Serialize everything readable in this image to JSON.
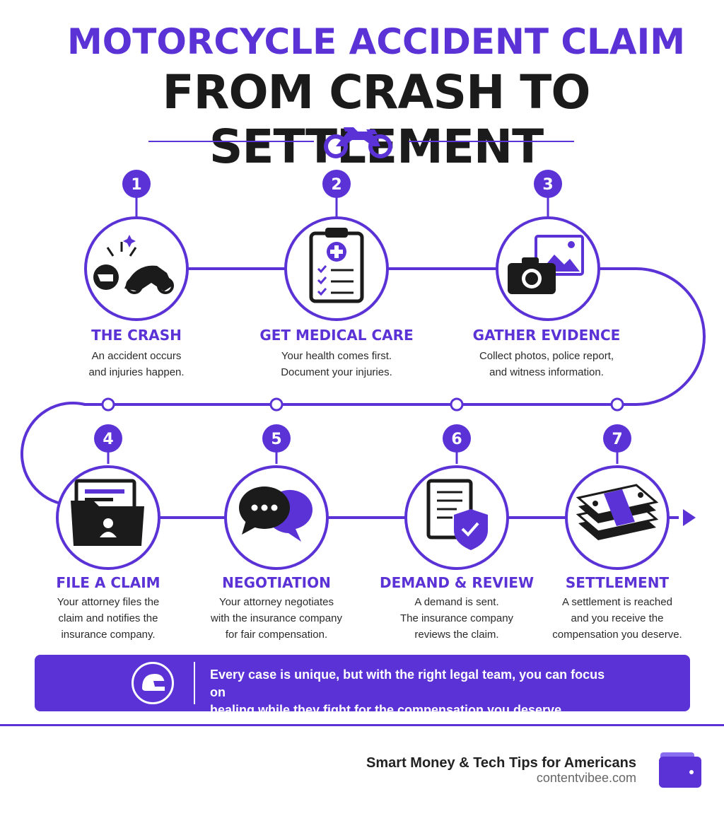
{
  "title_line1": "MOTORCYCLE ACCIDENT CLAIM",
  "title_line2": "FROM CRASH TO SETTLEMENT",
  "colors": {
    "accent": "#5a32d6",
    "dark": "#1b1b1b",
    "text": "#2a2a2a"
  },
  "steps": [
    {
      "number": "1",
      "title": "THE CRASH",
      "icon": "crash-icon",
      "desc": [
        "An accident occurs",
        "and injuries happen."
      ]
    },
    {
      "number": "2",
      "title": "GET MEDICAL CARE",
      "icon": "medical-clipboard-icon",
      "desc": [
        "Your health comes first.",
        "Document your injuries."
      ]
    },
    {
      "number": "3",
      "title": "GATHER EVIDENCE",
      "icon": "camera-photo-icon",
      "desc": [
        "Collect photos, police report,",
        "and witness information."
      ]
    },
    {
      "number": "4",
      "title": "FILE A CLAIM",
      "icon": "folder-claim-icon",
      "desc": [
        "Your attorney files the",
        "claim and notifies the",
        "insurance company."
      ]
    },
    {
      "number": "5",
      "title": "NEGOTIATION",
      "icon": "chat-bubbles-icon",
      "desc": [
        "Your attorney negotiates",
        "with the insurance company",
        "for fair compensation."
      ]
    },
    {
      "number": "6",
      "title": "DEMAND & REVIEW",
      "icon": "document-shield-icon",
      "desc": [
        "A demand is sent.",
        "The insurance company",
        "reviews the claim."
      ]
    },
    {
      "number": "7",
      "title": "SETTLEMENT",
      "icon": "money-stack-icon",
      "desc": [
        "A settlement is reached",
        "and you receive the",
        "compensation you deserve."
      ]
    }
  ],
  "banner": {
    "icon": "helmet-icon",
    "lines": [
      "Every case is unique, but with the right legal team, you can focus on",
      "healing while they fight for the compensation you deserve."
    ]
  },
  "footer": {
    "tagline": "Smart Money & Tech Tips for Americans",
    "site": "contentvibee.com",
    "icon": "wallet-icon"
  }
}
